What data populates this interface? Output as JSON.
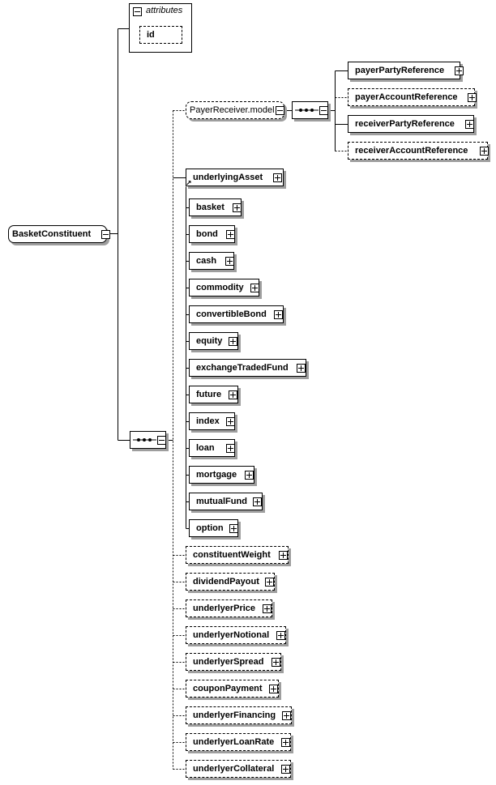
{
  "root": {
    "label": "BasketConstituent"
  },
  "attributes": {
    "title": "attributes",
    "items": [
      "id"
    ]
  },
  "model_group": {
    "label": "PayerReceiver.model"
  },
  "payer_receiver_elements": [
    {
      "label": "payerPartyReference",
      "optional": false
    },
    {
      "label": "payerAccountReference",
      "optional": true
    },
    {
      "label": "receiverPartyReference",
      "optional": false
    },
    {
      "label": "receiverAccountReference",
      "optional": true
    }
  ],
  "underlying": {
    "label": "underlyingAsset",
    "substitutes": [
      "basket",
      "bond",
      "cash",
      "commodity",
      "convertibleBond",
      "equity",
      "exchangeTradedFund",
      "future",
      "index",
      "loan",
      "mortgage",
      "mutualFund",
      "option"
    ]
  },
  "optional_elements": [
    "constituentWeight",
    "dividendPayout",
    "underlyerPrice",
    "underlyerNotional",
    "underlyerSpread",
    "couponPayment",
    "underlyerFinancing",
    "underlyerLoanRate",
    "underlyerCollateral"
  ]
}
